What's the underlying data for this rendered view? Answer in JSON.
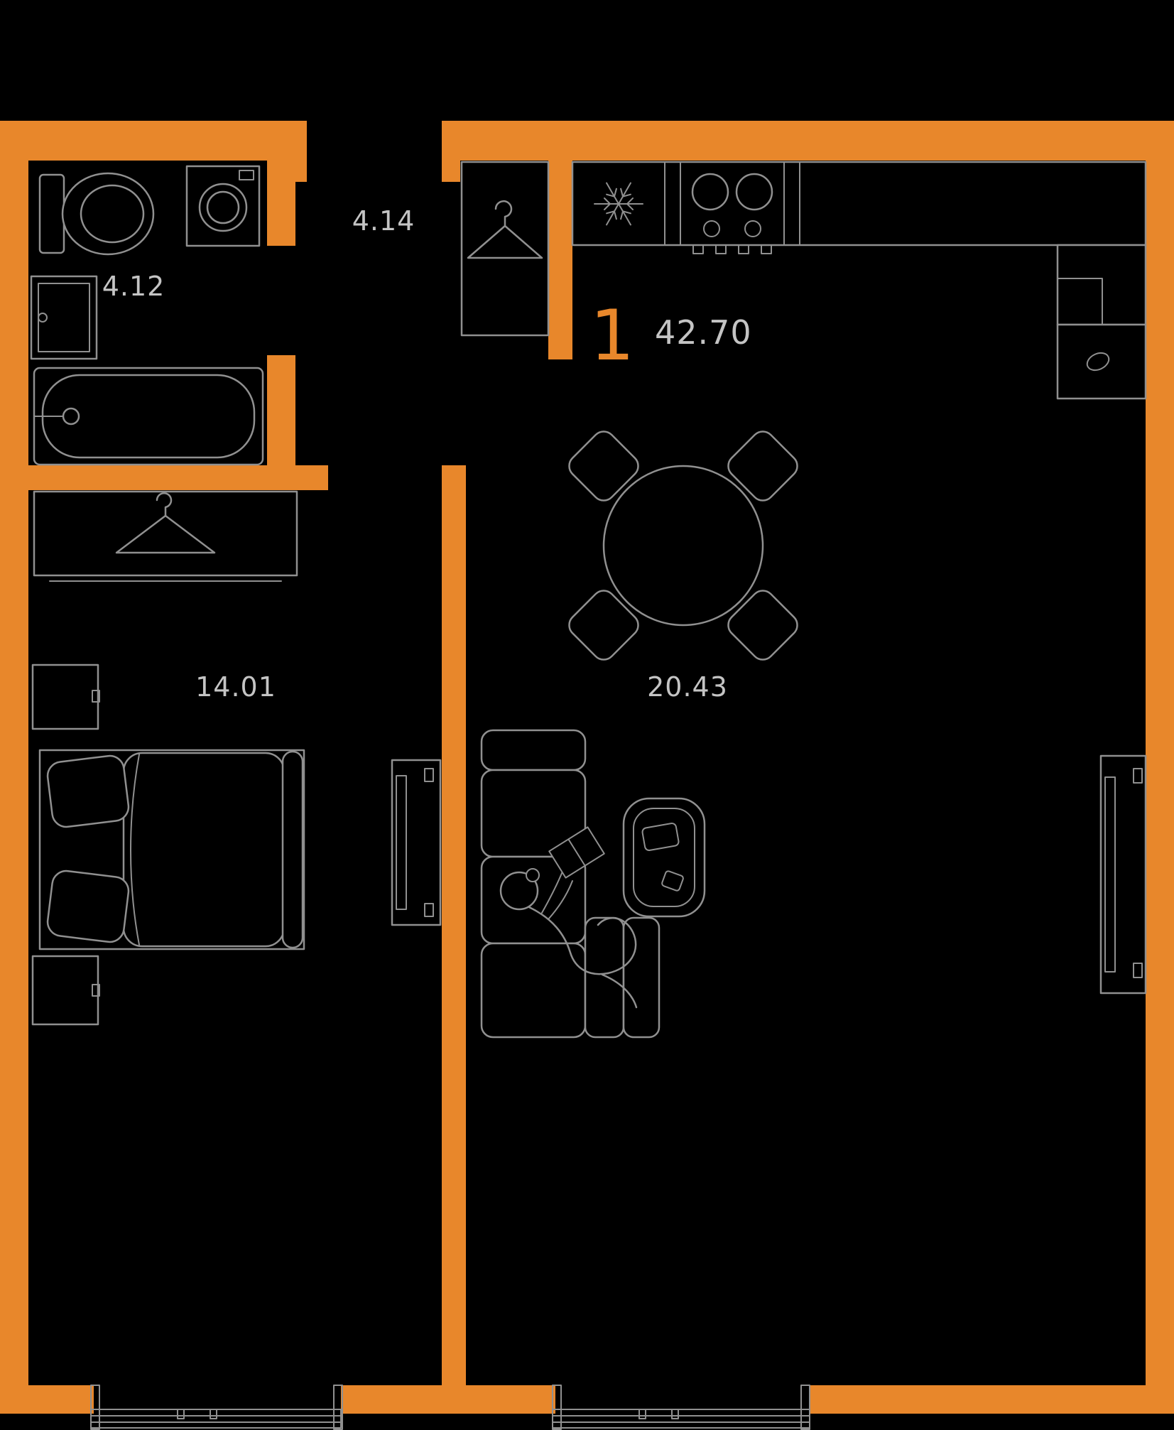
{
  "floor_plan": {
    "apartment_number": "1",
    "total_area": "42.70",
    "rooms": {
      "bathroom_area": "4.12",
      "hallway_area": "4.14",
      "bedroom_area": "14.01",
      "living_kitchen_area": "20.43"
    },
    "colors": {
      "walls": "#E8872B",
      "background": "#000000",
      "furniture_lines": "#909090",
      "labels": "#C4C4C4",
      "apartment_number": "#E8872B"
    },
    "icons": {
      "snowflake": "fridge-freezer-icon",
      "hanger": "wardrobe-hanger-icon",
      "burners": "stove-burners-icon",
      "person": "person-reading-figure"
    }
  }
}
